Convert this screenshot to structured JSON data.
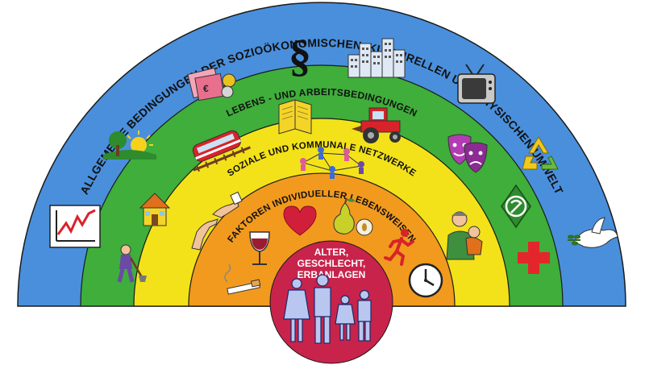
{
  "layers": [
    {
      "label": "ALLGEMEINE BEDINGUNGEN DER SOZIOÖKONOMISCHEN, KULTURELLEN UND PHYSISCHEN UMWELT",
      "color": "#4a8fdc"
    },
    {
      "label": "LEBENS - UND ARBEITSBEDINGUNGEN",
      "color": "#3fae3a"
    },
    {
      "label": "SOZIALE UND KOMMUNALE NETZWERKE",
      "color": "#f3e21a"
    },
    {
      "label": "FAKTOREN INDIVIDUELLER LEBENSWEISEN",
      "color": "#f29a1e"
    }
  ],
  "core": {
    "lines": [
      "ALTER,",
      "GESCHLECHT,",
      "ERBANLAGEN"
    ],
    "color": "#c8234b"
  },
  "icons": {
    "outer": [
      "rising-chart-icon",
      "landscape-sun-icon",
      "money-icon",
      "paragraph-law-icon",
      "city-buildings-icon",
      "television-icon",
      "recycling-icon",
      "peace-dove-icon"
    ],
    "green": [
      "worker-shovel-icon",
      "house-icon",
      "train-icon",
      "book-icon",
      "tractor-icon",
      "theater-masks-icon",
      "sustainability-badge-icon",
      "red-cross-icon"
    ],
    "yellow": [
      "helping-hands-icon",
      "social-network-icon",
      "parent-child-icon"
    ],
    "orange": [
      "cigarette-icon",
      "wine-glass-icon",
      "heart-icon",
      "fruit-icon",
      "running-person-icon",
      "clock-icon"
    ],
    "core": [
      "family-icon"
    ]
  },
  "law_symbol": "§"
}
